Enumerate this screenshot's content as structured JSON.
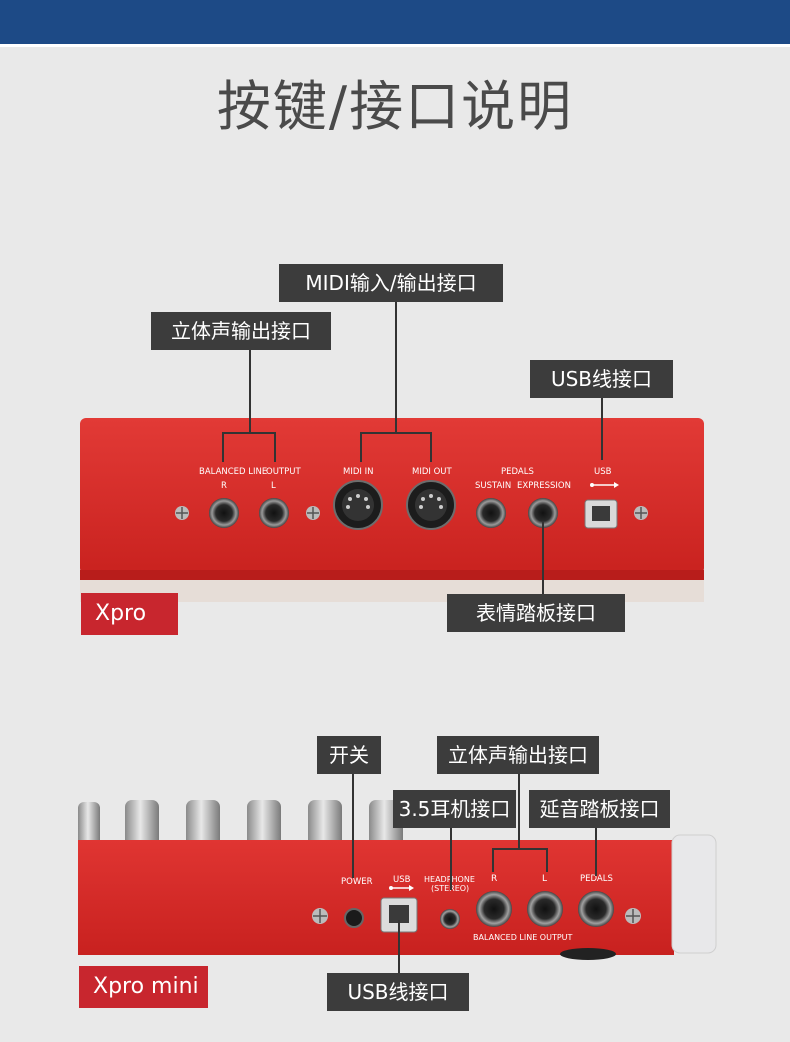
{
  "header": {
    "title": "按键/接口说明"
  },
  "xpro": {
    "tag": "Xpro",
    "callouts": {
      "midi": "MIDI输入/输出接口",
      "stereo": "立体声输出接口",
      "usb": "USB线接口",
      "expression": "表情踏板接口"
    },
    "panel_labels": {
      "balanced_line": "BALANCED LINE",
      "output": "OUTPUT",
      "r": "R",
      "l": "L",
      "midi_in": "MIDI IN",
      "midi_out": "MIDI OUT",
      "pedals": "PEDALS",
      "sustain": "SUSTAIN",
      "expression": "EXPRESSION",
      "usb": "USB"
    }
  },
  "xpro_mini": {
    "tag": "Xpro mini",
    "callouts": {
      "power": "开关",
      "stereo": "立体声输出接口",
      "headphone": "3.5耳机接口",
      "sustain": "延音踏板接口",
      "usb": "USB线接口"
    },
    "panel_labels": {
      "power": "POWER",
      "usb": "USB",
      "headphone": "HEADPHONE",
      "stereo_note": "(STEREO)",
      "r": "R",
      "l": "L",
      "pedals": "PEDALS",
      "balanced_line_output": "BALANCED LINE OUTPUT"
    }
  },
  "colors": {
    "panel_red": "#d42a2a",
    "header_blue": "#1d4a86",
    "callout_bg": "#3c3c3c"
  }
}
